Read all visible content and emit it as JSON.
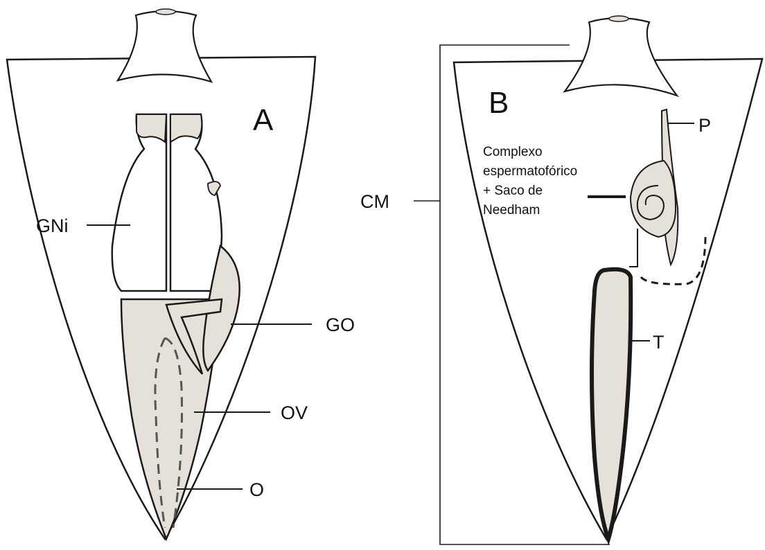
{
  "colors": {
    "organ_fill": "#e6e1d8",
    "outline": "#1a1a1a",
    "background": "#ffffff"
  },
  "panels": {
    "a": {
      "letter": "A",
      "labels": {
        "gni": "GNi",
        "go": "GO",
        "ov": "OV",
        "o": "O"
      }
    },
    "b": {
      "letter": "B",
      "labels": {
        "cm": "CM",
        "p": "P",
        "t": "T",
        "complex_line1": "Complexo",
        "complex_line2": "espermatofórico",
        "complex_line3": "+ Saco de",
        "complex_line4": "Needham"
      }
    }
  }
}
